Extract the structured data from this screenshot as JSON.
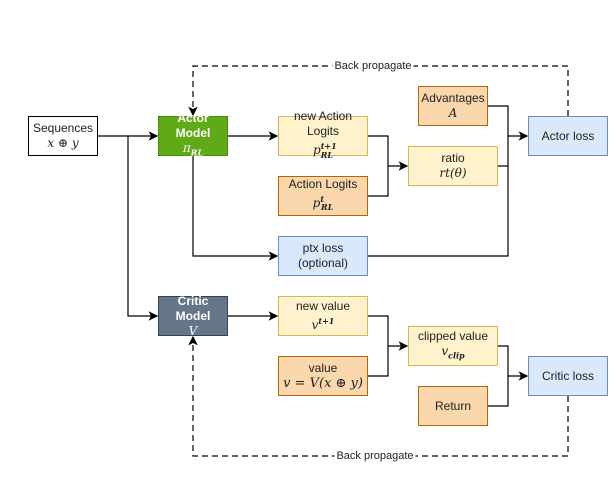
{
  "colors": {
    "actor": "#60a917",
    "critic": "#647687",
    "yellow_fill": "#fff2cc",
    "orange_fill": "#fad7ac",
    "blue_fill": "#dae8fc"
  },
  "sequences": {
    "label": "Sequences",
    "math": "x ⊕ y"
  },
  "actor": {
    "label": "Actor Model",
    "math": "π",
    "sub": "RL"
  },
  "new_logits": {
    "label": "new Action",
    "label2": "Logits",
    "math": "p",
    "sup": "t+1",
    "sub": "RL"
  },
  "old_logits": {
    "label": "Action Logits",
    "math": "p",
    "sup": "t",
    "sub": "RL"
  },
  "ptx": {
    "label": "ptx loss",
    "label2": "(optional)"
  },
  "advantages": {
    "label": "Advantages",
    "math": "A"
  },
  "ratio": {
    "label": "ratio",
    "math": "rt(θ)"
  },
  "actor_loss": {
    "label": "Actor loss"
  },
  "critic": {
    "label": "Critic Model",
    "math": "V"
  },
  "new_value": {
    "label": "new value",
    "math": "v",
    "sup": "t+1"
  },
  "value": {
    "label": "value",
    "math": "v = V(x ⊕ y)"
  },
  "clipped": {
    "label": "clipped value",
    "math": "v",
    "sub": "clip"
  },
  "return": {
    "label": "Return"
  },
  "critic_loss": {
    "label": "Critic loss"
  },
  "backprop_top": "Back propagate",
  "backprop_bottom": "Back propagate"
}
